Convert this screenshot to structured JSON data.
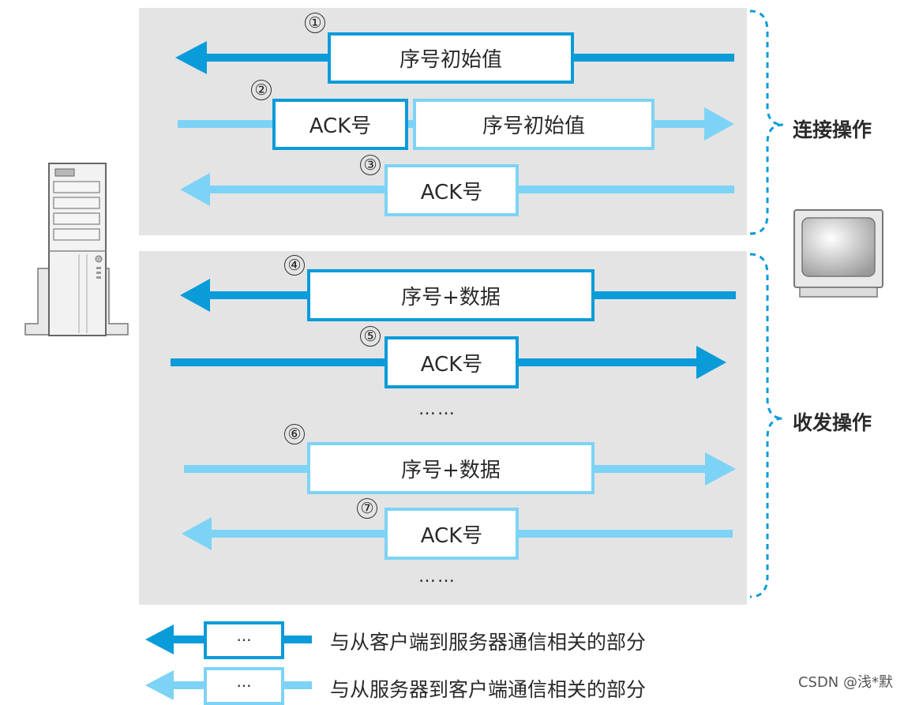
{
  "colors": {
    "client_to_server": "#0a9bd9",
    "server_to_client": "#7dd3f5",
    "panel": "#e4e4e4"
  },
  "icons": [
    "server-icon",
    "monitor-icon"
  ],
  "steps": {
    "s1": "①",
    "s2": "②",
    "s3": "③",
    "s4": "④",
    "s5": "⑤",
    "s6": "⑥",
    "s7": "⑦"
  },
  "boxes": {
    "b1": "序号初始值",
    "b2a": "ACK号",
    "b2b": "序号初始值",
    "b3": "ACK号",
    "b4": "序号+数据",
    "b5": "ACK号",
    "b6": "序号+数据",
    "b7": "ACK号"
  },
  "ellipsis": {
    "e1": "……",
    "e2": "……"
  },
  "groups": {
    "connect": "连接操作",
    "transfer": "收发操作"
  },
  "legend": {
    "dark_box": "···",
    "dark_text": "与从客户端到服务器通信相关的部分",
    "light_box": "···",
    "light_text": "与从服务器到客户端通信相关的部分"
  },
  "watermark": "CSDN @浅*默"
}
